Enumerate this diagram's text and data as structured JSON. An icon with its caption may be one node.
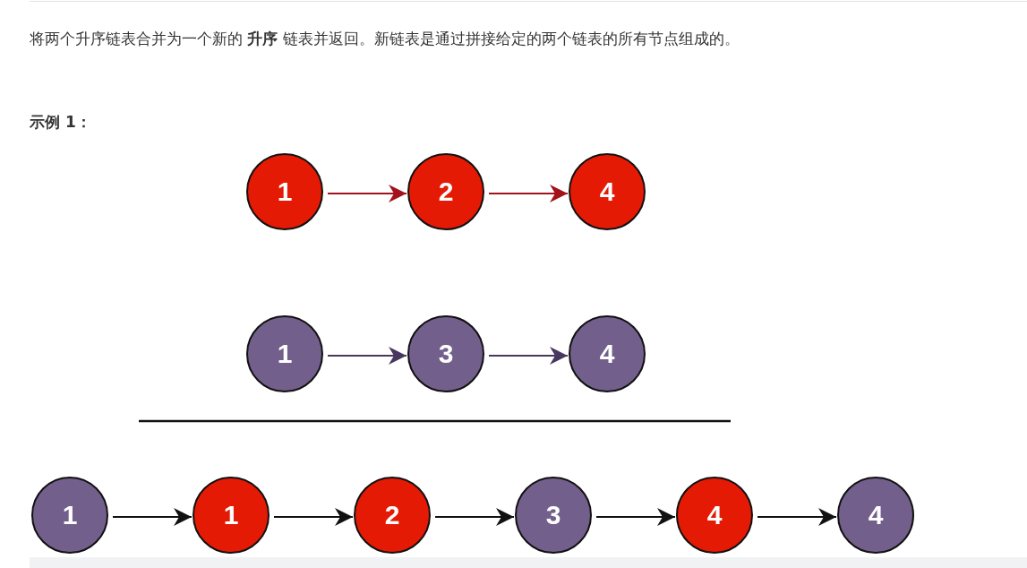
{
  "diagram": {
    "nodes": [
      {
        "text": [
          "1"
        ]
      },
      {
        "text": [
          "2"
        ]
      },
      {
        "text": [
          "4"
        ]
      },
      {
        "text": [
          "1"
        ]
      },
      {
        "text": [
          "3"
        ]
      },
      {
        "text": [
          "4"
        ]
      },
      {
        "text": [
          "1"
        ]
      },
      {
        "text": [
          "1"
        ]
      },
      {
        "text": [
          "2"
        ]
      },
      {
        "text": [
          "3"
        ]
      },
      {
        "text": [
          "4"
        ]
      },
      {
        "text": [
          "4"
        ]
      }
    ],
    "edges": [
      {
        "from": 0,
        "to": 1,
        "arrow": "to",
        "color": "#a3121b"
      },
      {
        "from": 1,
        "to": 2,
        "arrow": "to",
        "color": "#a3121b"
      },
      {
        "from": 3,
        "to": 4,
        "arrow": "to",
        "color": "#48375f"
      },
      {
        "from": 4,
        "to": 5,
        "arrow": "to",
        "color": "#48375f"
      },
      {
        "from": 6,
        "to": 7,
        "arrow": "to"
      },
      {
        "from": 7,
        "to": 8,
        "arrow": "to"
      },
      {
        "from": 8,
        "to": 9,
        "arrow": "to"
      },
      {
        "from": 9,
        "to": 10,
        "arrow": "to"
      },
      {
        "from": 10,
        "to": 11,
        "arrow": "to"
      }
    ],
    "labels": [
      "将两个升序链表合并为一个新的 **升序** 链表并返回。新链表是通过拼接给定的两个链表的所有节点组成的。",
      "示例 1："
    ]
  }
}
